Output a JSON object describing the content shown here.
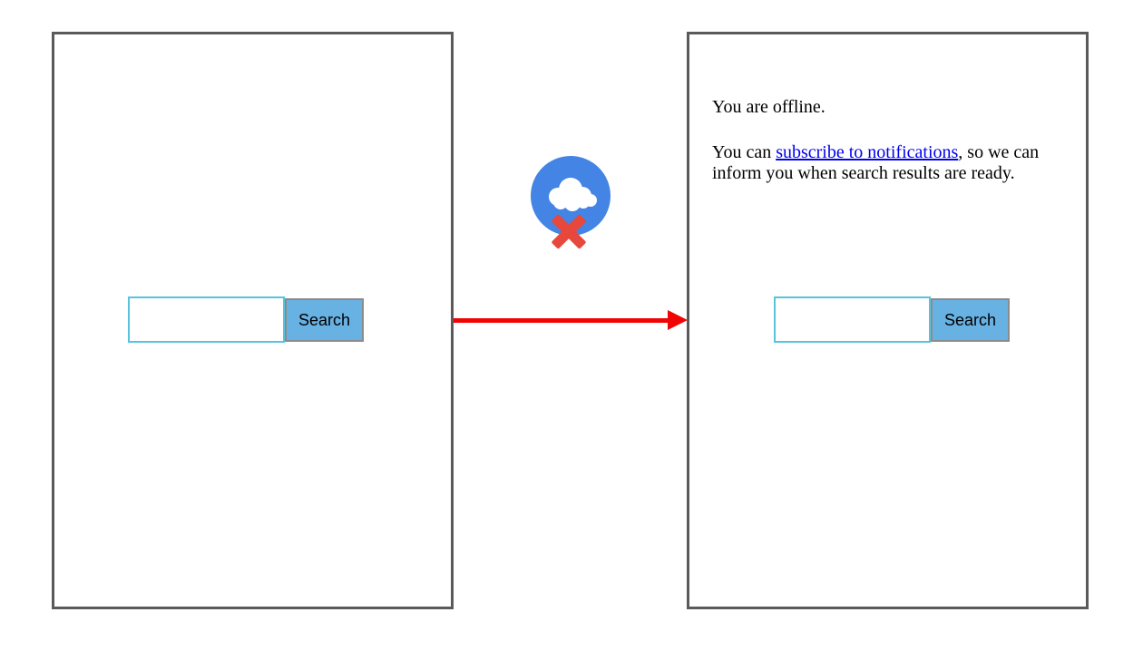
{
  "left_panel": {
    "search_input_value": "",
    "search_button_label": "Search"
  },
  "right_panel": {
    "offline_message": "You are offline.",
    "subscribe_sentence": {
      "before_link": "You can ",
      "link_text": "subscribe to notifications",
      "after_link": ", so we can",
      "second_line": "inform you when search results are ready."
    },
    "search_input_value": "",
    "search_button_label": "Search"
  },
  "divider": {
    "icon": "offline-cloud-icon",
    "arrow_direction": "left-to-right"
  },
  "colors": {
    "frame_border": "#5a5a5a",
    "input_border": "#56c3df",
    "button_background": "#68b1e3",
    "button_border": "#8b8b8b",
    "arrow_red": "#f00404",
    "icon_circle_blue": "#4484e4",
    "icon_cross_red": "#e8473b",
    "link_blue": "#0000ee"
  }
}
